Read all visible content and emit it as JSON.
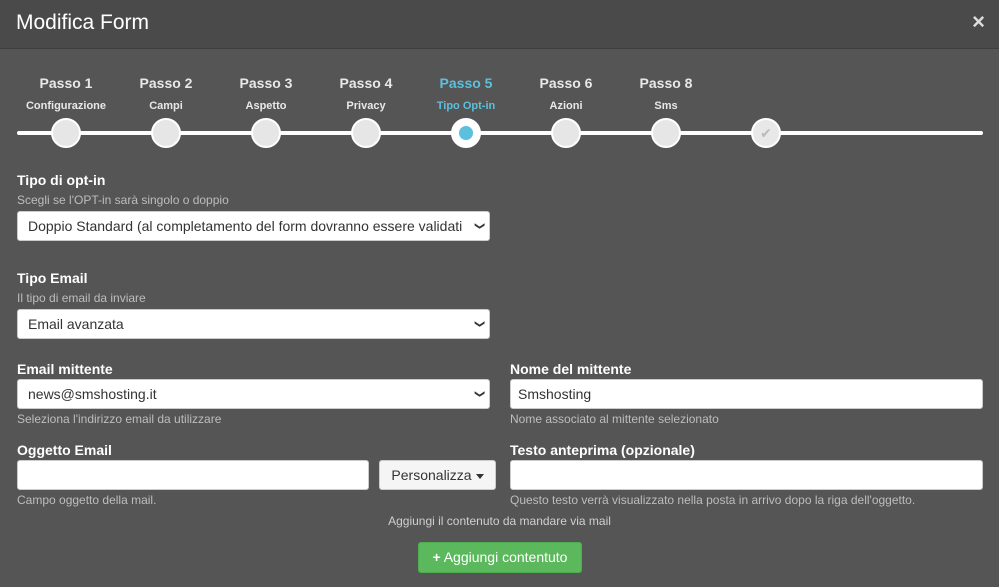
{
  "header": {
    "title": "Modifica Form",
    "close_icon": "×"
  },
  "wizard": {
    "steps": [
      {
        "title": "Passo 1",
        "subtitle": "Configurazione"
      },
      {
        "title": "Passo 2",
        "subtitle": "Campi"
      },
      {
        "title": "Passo 3",
        "subtitle": "Aspetto"
      },
      {
        "title": "Passo 4",
        "subtitle": "Privacy"
      },
      {
        "title": "Passo 5",
        "subtitle": "Tipo Opt-in"
      },
      {
        "title": "Passo 6",
        "subtitle": "Azioni"
      },
      {
        "title": "Passo 8",
        "subtitle": "Sms"
      },
      {
        "title": "",
        "subtitle": ""
      }
    ],
    "active_step": 5,
    "final_step_icon": "✔",
    "active_color": "#5bc0de"
  },
  "optin": {
    "label": "Tipo di opt-in",
    "help": "Scegli se l'OPT-in sarà singolo o doppio",
    "selected": "Doppio Standard (al completamento del form dovranno essere validati"
  },
  "email_type": {
    "label": "Tipo Email",
    "help": "Il tipo di email da inviare",
    "selected": "Email avanzata"
  },
  "sender_email": {
    "label": "Email mittente",
    "selected": "news@smshosting.it",
    "help": "Seleziona l'indirizzo email da utilizzare"
  },
  "sender_name": {
    "label": "Nome del mittente",
    "value": "Smshosting",
    "help": "Nome associato al mittente selezionato"
  },
  "subject": {
    "label": "Oggetto Email",
    "value": "",
    "help": "Campo oggetto della mail.",
    "personalize_label": "Personalizza"
  },
  "preview_text": {
    "label": "Testo anteprima (opzionale)",
    "value": "",
    "help": "Questo testo verrà visualizzato nella posta in arrivo dopo la riga dell'oggetto."
  },
  "content": {
    "hint": "Aggiungi il contenuto da mandare via mail",
    "add_button_icon": "+",
    "add_button_label": "Aggiungi contentuto"
  },
  "colors": {
    "background": "#555555",
    "header": "#4a4a4a",
    "success": "#5cb85c"
  }
}
